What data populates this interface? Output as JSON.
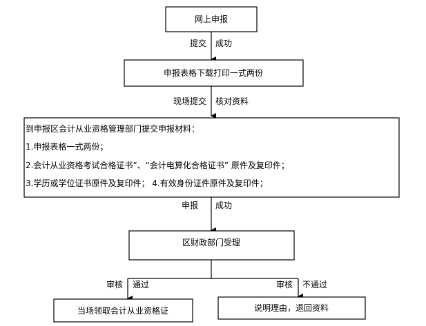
{
  "nodes": {
    "online": "网上申报",
    "download": "申报表格下载打印一式两份",
    "materials": {
      "title": "到申报区会计从业资格管理部门提交申报材料：",
      "items": [
        "1.申报表格一式两份；",
        "2.会计从业资格考试合格证书”、“会计电算化合格证书” 原件及复印件；",
        "3.学历或学位证书原件及复印件；  4.有效身份证件原件及复印件；"
      ]
    },
    "accept": "区财政部门受理",
    "pass_result": "当场领取会计从业资格证",
    "fail_result": "说明理由，退回资料"
  },
  "edges": {
    "e1": {
      "left": "提交",
      "right": "成功"
    },
    "e2": {
      "left": "现场提交",
      "right": "核对资料"
    },
    "e3": {
      "left": "申报",
      "right": "成功"
    },
    "pass": {
      "left": "审核",
      "right": "通过"
    },
    "fail": {
      "left": "审核",
      "right": "不通过"
    }
  }
}
